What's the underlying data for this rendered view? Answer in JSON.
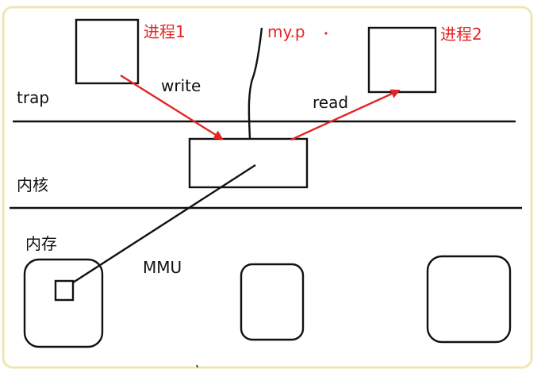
{
  "diagram": {
    "labels": {
      "process1": "进程1",
      "process2": "进程2",
      "write": "write",
      "read": "read",
      "mypipe": "my.p",
      "trap": "trap",
      "kernel": "内核",
      "memory": "内存",
      "mmu": "MMU"
    },
    "colors": {
      "frame_border": "#efe6b6",
      "stroke": "#111111",
      "arrow": "#e52424",
      "red_text": "#e52424"
    }
  }
}
